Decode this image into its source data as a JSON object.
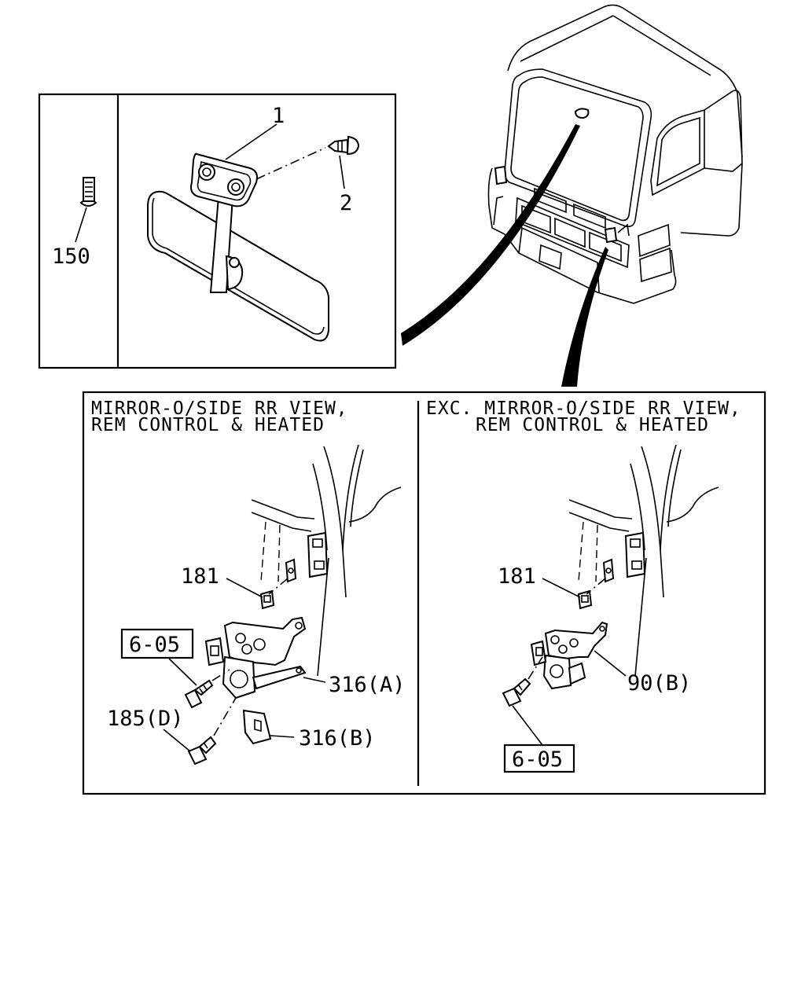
{
  "callouts": {
    "p1": "1",
    "p2": "2",
    "p150": "150",
    "left_181": "181",
    "left_ref": "6-05",
    "left_185": "185(D)",
    "left_316a": "316(A)",
    "left_316b": "316(B)",
    "right_181": "181",
    "right_90b": "90(B)",
    "right_ref": "6-05"
  },
  "panels": {
    "left_header_line1": "MIRROR-O/SIDE RR VIEW,",
    "left_header_line2": "REM CONTROL & HEATED",
    "right_header_line1": "EXC. MIRROR-O/SIDE RR VIEW,",
    "right_header_line2": "REM CONTROL & HEATED"
  }
}
